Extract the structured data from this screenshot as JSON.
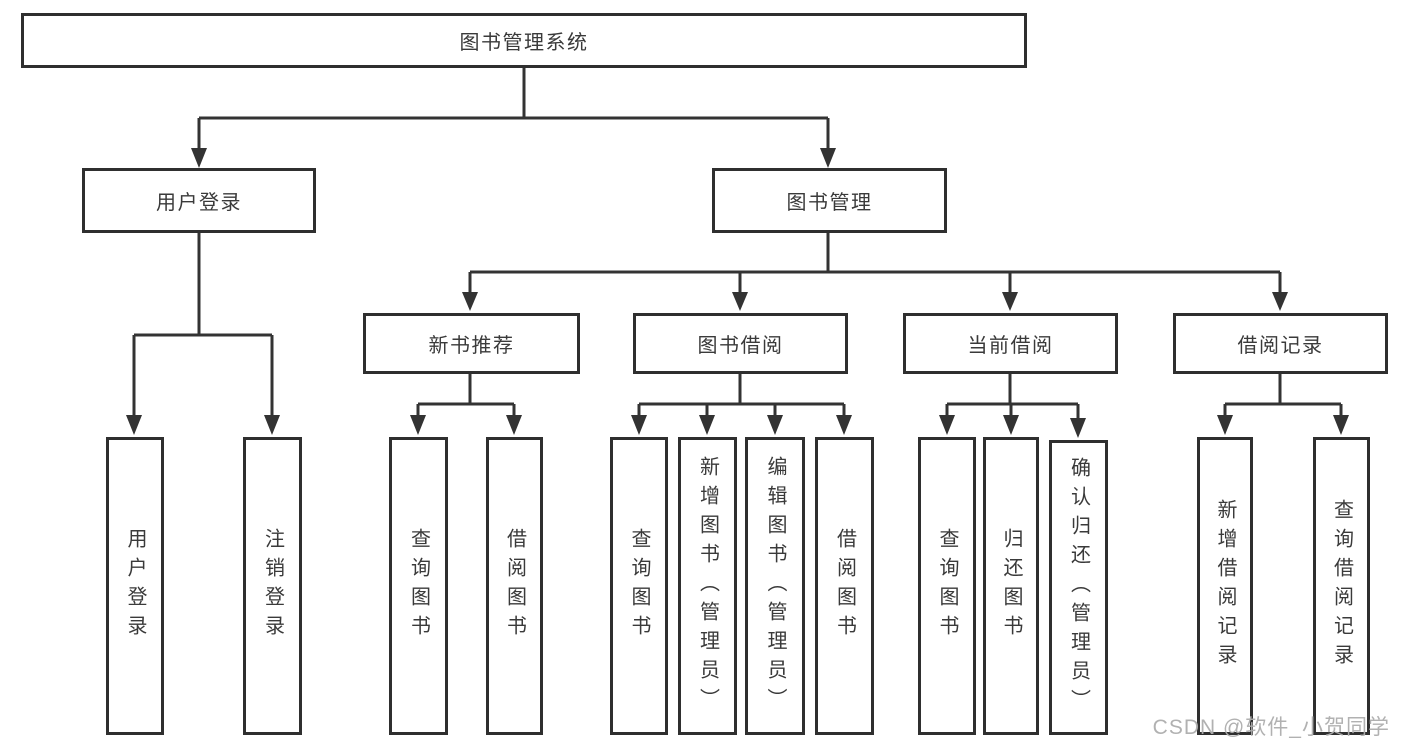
{
  "diagram": {
    "root": {
      "label": "图书管理系统"
    },
    "branches": [
      {
        "label": "用户登录",
        "children": [
          {
            "label": "用户登录"
          },
          {
            "label": "注销登录"
          }
        ]
      },
      {
        "label": "图书管理",
        "children": [
          {
            "label": "新书推荐",
            "children": [
              {
                "label": "查询图书"
              },
              {
                "label": "借阅图书"
              }
            ]
          },
          {
            "label": "图书借阅",
            "children": [
              {
                "label": "查询图书"
              },
              {
                "label": "新增图书（管理员）"
              },
              {
                "label": "编辑图书（管理员）"
              },
              {
                "label": "借阅图书"
              }
            ]
          },
          {
            "label": "当前借阅",
            "children": [
              {
                "label": "查询图书"
              },
              {
                "label": "归还图书"
              },
              {
                "label": "确认归还（管理员）"
              }
            ]
          },
          {
            "label": "借阅记录",
            "children": [
              {
                "label": "新增借阅记录"
              },
              {
                "label": "查询借阅记录"
              }
            ]
          }
        ]
      }
    ],
    "line_color": "#333333",
    "border_color": "#2f2f2f",
    "text_color": "#3a3a3a"
  },
  "watermark": {
    "text": "CSDN @软件_小贺同学"
  }
}
